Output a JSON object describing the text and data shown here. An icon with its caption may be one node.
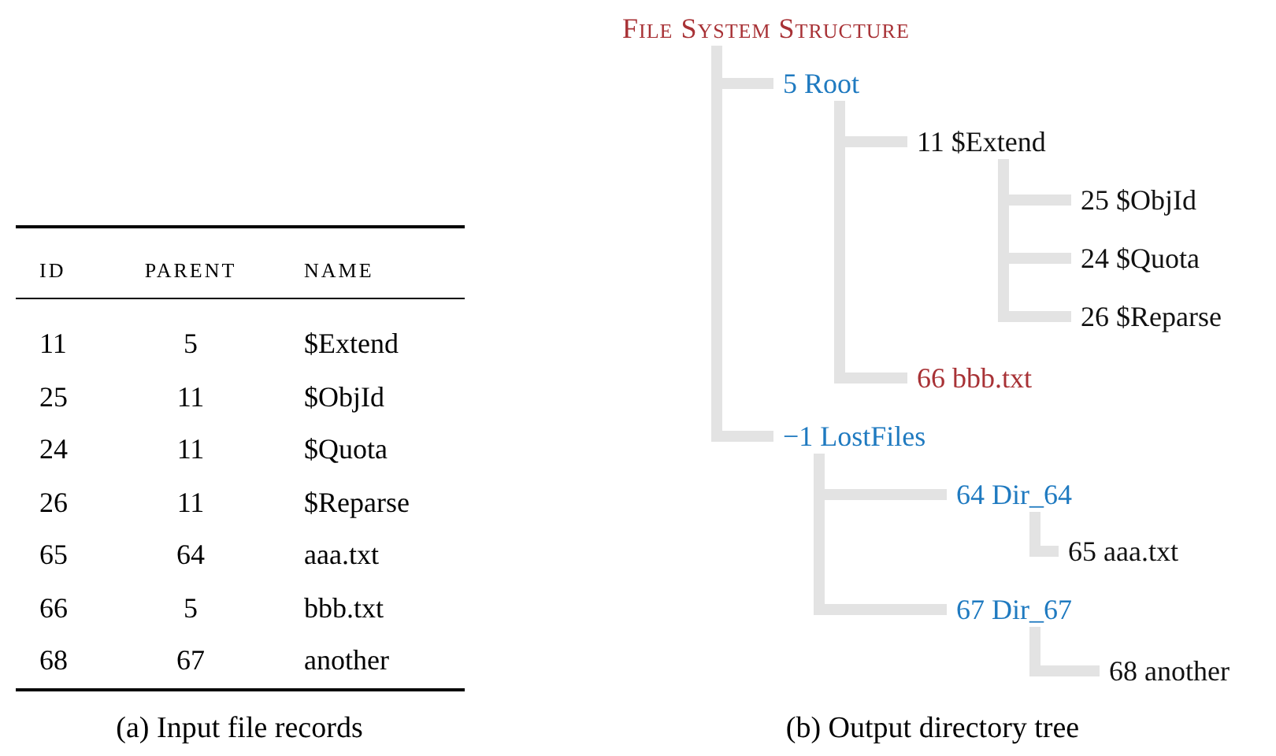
{
  "diagram": {
    "nodes": [
      {
        "text": [
          "File System Structure"
        ]
      },
      {
        "text": [
          "5 Root"
        ]
      },
      {
        "text": [
          "11 $Extend"
        ]
      },
      {
        "text": [
          "25 $ObjId"
        ]
      },
      {
        "text": [
          "24 $Quota"
        ]
      },
      {
        "text": [
          "26 $Reparse"
        ]
      },
      {
        "text": [
          "66 bbb.txt"
        ]
      },
      {
        "text": [
          "−1 LostFiles"
        ]
      },
      {
        "text": [
          "64 Dir_64"
        ]
      },
      {
        "text": [
          "65 aaa.txt"
        ]
      },
      {
        "text": [
          "67 Dir_67"
        ]
      },
      {
        "text": [
          "68 another"
        ]
      }
    ],
    "edges": [
      {
        "from": 0,
        "to": 1,
        "arrow": "none"
      },
      {
        "from": 0,
        "to": 7,
        "arrow": "none"
      },
      {
        "from": 1,
        "to": 2,
        "arrow": "none"
      },
      {
        "from": 2,
        "to": 3,
        "arrow": "none"
      },
      {
        "from": 2,
        "to": 4,
        "arrow": "none"
      },
      {
        "from": 2,
        "to": 5,
        "arrow": "none"
      },
      {
        "from": 1,
        "to": 6,
        "arrow": "none"
      },
      {
        "from": 7,
        "to": 8,
        "arrow": "none"
      },
      {
        "from": 8,
        "to": 9,
        "arrow": "none"
      },
      {
        "from": 7,
        "to": 10,
        "arrow": "none"
      },
      {
        "from": 10,
        "to": 11,
        "arrow": "none"
      }
    ],
    "labels": [
      "ID",
      "PARENT",
      "NAME",
      "11",
      "5",
      "$Extend",
      "25",
      "11",
      "$ObjId",
      "24",
      "11",
      "$Quota",
      "26",
      "11",
      "$Reparse",
      "65",
      "64",
      "aaa.txt",
      "66",
      "5",
      "bbb.txt",
      "68",
      "67",
      "another",
      "(a) Input file records",
      "(b) Output directory tree"
    ]
  }
}
